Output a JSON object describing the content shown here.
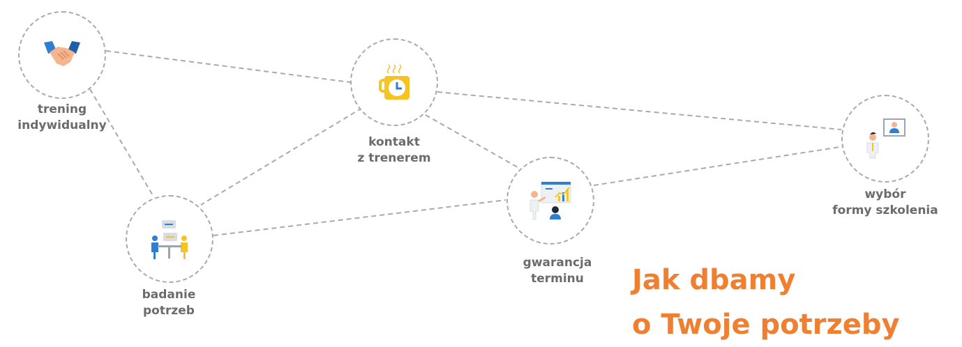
{
  "nodes": [
    {
      "id": "trening",
      "lines": [
        "trening",
        "indywidualny"
      ],
      "icon": "handshake-icon"
    },
    {
      "id": "kontakt",
      "lines": [
        "kontakt",
        "z trenerem"
      ],
      "icon": "coffee-clock-icon"
    },
    {
      "id": "badanie",
      "lines": [
        "badanie",
        "potrzeb"
      ],
      "icon": "meeting-table-icon"
    },
    {
      "id": "gwarancja",
      "lines": [
        "gwarancja",
        "terminu"
      ],
      "icon": "presentation-chart-icon"
    },
    {
      "id": "wybor",
      "lines": [
        "wybór",
        "formy szkolenia"
      ],
      "icon": "video-call-icon"
    }
  ],
  "headline": [
    "Jak dbamy",
    "o Twoje potrzeby"
  ],
  "colors": {
    "accent": "#ef7f31",
    "label": "#6b6b6b",
    "border": "#a9a9a9",
    "yellow": "#f6c325",
    "blue": "#2e7fd1"
  }
}
